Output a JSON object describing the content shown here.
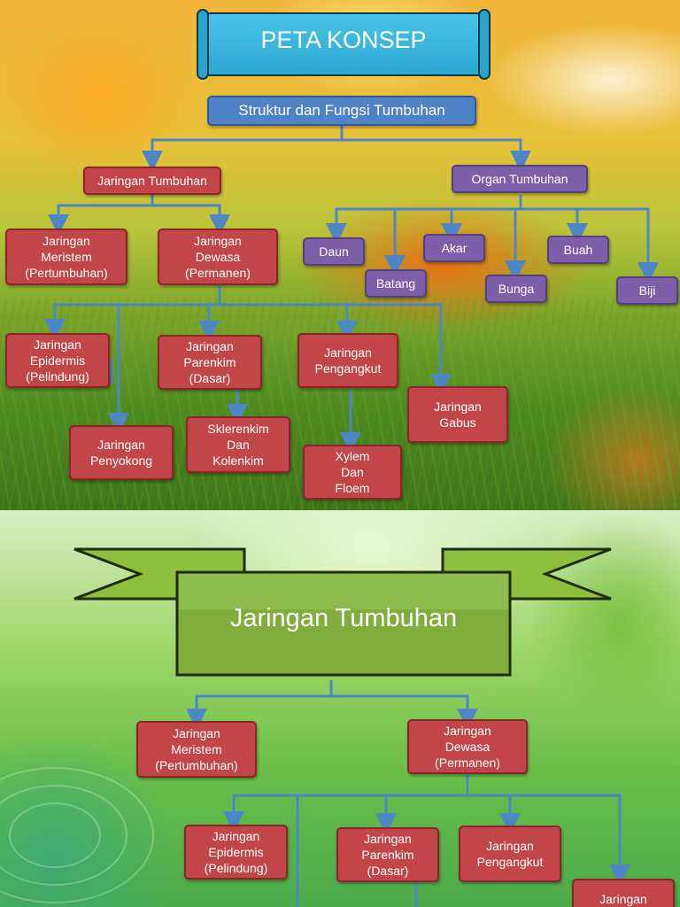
{
  "slide1": {
    "title": "PETA KONSEP",
    "root": "Struktur dan Fungsi Tumbuhan",
    "branches": {
      "jaringan_tumbuhan": "Jaringan Tumbuhan",
      "organ_tumbuhan": "Organ Tumbuhan"
    },
    "jaringan": {
      "meristem": "Jaringan\nMeristem\n(Pertumbuhan)",
      "dewasa": "Jaringan\nDewasa\n(Permanen)"
    },
    "dewasa_children": {
      "epidermis": "Jaringan\nEpidermis\n(Pelindung)",
      "parenkim": "Jaringan\nParenkim\n(Dasar)",
      "pengangkut": "Jaringan\nPengangkut",
      "gabus": "Jaringan\nGabus",
      "penyokong": "Jaringan\nPenyokong",
      "sklerenkim": "Sklerenkim\nDan\nKolenkim",
      "xylem": "Xylem\nDan\nFloem"
    },
    "organ": {
      "daun": "Daun",
      "batang": "Batang",
      "akar": "Akar",
      "bunga": "Bunga",
      "buah": "Buah",
      "biji": "Biji"
    }
  },
  "slide2": {
    "title": "Jaringan Tumbuhan",
    "meristem": "Jaringan\nMeristem\n(Pertumbuhan)",
    "dewasa": "Jaringan\nDewasa\n(Permanen)",
    "epidermis": "Jaringan\nEpidermis\n(Pelindung)",
    "parenkim": "Jaringan\nParenkim\n(Dasar)",
    "pengangkut": "Jaringan\nPengangkut",
    "gabus_partial": "Jaringan"
  },
  "colors": {
    "node_red": "#c2454a",
    "node_purple": "#7c5fa8",
    "node_blue": "#4f82c6",
    "title_cyan": "#2ea7d2",
    "banner_green": "#82b340",
    "connector": "#4f86c6"
  }
}
